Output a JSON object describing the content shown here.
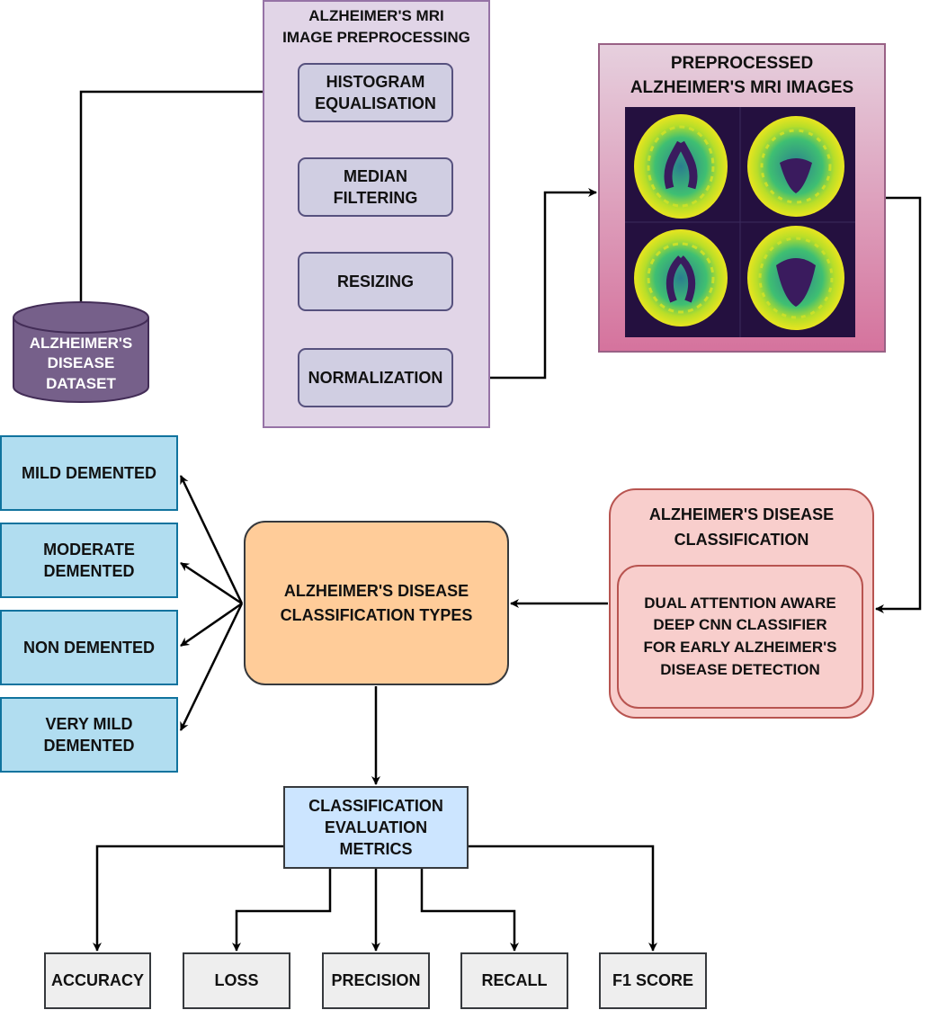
{
  "preprocessing": {
    "title": "ALZHEIMER'S MRI\nIMAGE PREPROCESSING",
    "steps": [
      "HISTOGRAM\nEQUALISATION",
      "MEDIAN\nFILTERING",
      "RESIZING",
      "NORMALIZATION"
    ]
  },
  "dataset": {
    "label": "ALZHEIMER'S\nDISEASE\nDATASET"
  },
  "preprocessed_images": {
    "title": "PREPROCESSED\nALZHEIMER'S MRI IMAGES"
  },
  "classification": {
    "title": "ALZHEIMER'S DISEASE\nCLASSIFICATION",
    "model": "DUAL ATTENTION AWARE\nDEEP CNN CLASSIFIER\nFOR EARLY ALZHEIMER'S\nDISEASE DETECTION"
  },
  "types": {
    "title": "ALZHEIMER'S DISEASE\nCLASSIFICATION TYPES",
    "categories": [
      "MILD DEMENTED",
      "MODERATE\nDEMENTED",
      "NON DEMENTED",
      "VERY MILD\nDEMENTED"
    ]
  },
  "evaluation": {
    "title": "CLASSIFICATION\nEVALUATION\nMETRICS",
    "metrics": [
      "ACCURACY",
      "LOSS",
      "PRECISION",
      "RECALL",
      "F1 SCORE"
    ]
  },
  "colors": {
    "preprocessing_group": "#e1d5e7",
    "steps": "#d0cee2",
    "dataset": "#76608a",
    "classification": "#f8cecc",
    "types": "#ffcc99",
    "categories": "#b1ddf0",
    "evaluation": "#cce5ff",
    "metrics": "#eeeeee"
  }
}
